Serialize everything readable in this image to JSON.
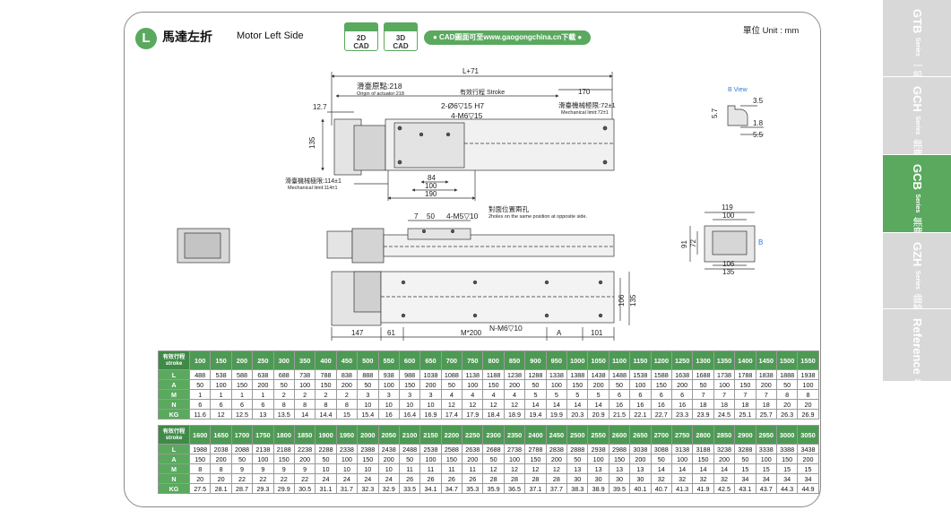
{
  "header": {
    "badge": "L",
    "title_cn": "馬達左折",
    "title_en": "Motor Left Side",
    "cad2d": [
      "2D",
      "CAD"
    ],
    "cad3d": [
      "3D",
      "CAD"
    ],
    "cad_link": "● CAD圖面可至www.gaogongchina.cn下載 ●",
    "unit": "單位 Unit : mm"
  },
  "drawing": {
    "L71": "L+71",
    "origin_cn": "滑臺原點:218",
    "origin_en": "Origin of actuator:218",
    "stroke_lbl": "有效行程 Stroke",
    "d170": "170",
    "mech_r_cn": "滑臺機械極限:72±1",
    "mech_r_en": "Mechanical limit:72±1",
    "hole1": "2-Ø6▽15 H7",
    "hole2": "4-M6▽15",
    "d12_7": "12.7",
    "d135": "135",
    "mech_l_cn": "滑臺機械極限:114±1",
    "mech_l_en": "Mechanical limit:114±1",
    "d84": "84",
    "d100": "100",
    "d190": "190",
    "bview": "B View",
    "d3_5": "3.5",
    "d5_7": "5.7",
    "d1_8": "1.8",
    "d5_5": "5.5",
    "d7": "7",
    "d50": "50",
    "m5": "4-M5▽10",
    "opp_cn": "對面位置兩孔",
    "opp_en": "2holes on the same position at opposite side.",
    "d119": "119",
    "d100b": "100",
    "d91": "91",
    "d72": "72",
    "d106": "106",
    "d135b": "135",
    "B": "B",
    "d106r": "106",
    "d135r": "135",
    "nm6": "N-M6▽10",
    "d147": "147",
    "d61": "61",
    "m200": "M*200",
    "dA": "A",
    "d101": "101"
  },
  "table1": {
    "label": [
      "有效行程",
      "stroke"
    ],
    "strokes": [
      "100",
      "150",
      "200",
      "250",
      "300",
      "350",
      "400",
      "450",
      "500",
      "550",
      "600",
      "650",
      "700",
      "750",
      "800",
      "850",
      "900",
      "950",
      "1000",
      "1050",
      "1100",
      "1150",
      "1200",
      "1250",
      "1300",
      "1350",
      "1400",
      "1450",
      "1500",
      "1550"
    ],
    "rows": [
      {
        "name": "L",
        "values": [
          "488",
          "538",
          "588",
          "638",
          "688",
          "738",
          "788",
          "838",
          "888",
          "938",
          "988",
          "1038",
          "1088",
          "1138",
          "1188",
          "1238",
          "1288",
          "1338",
          "1388",
          "1438",
          "1488",
          "1538",
          "1588",
          "1638",
          "1688",
          "1738",
          "1788",
          "1838",
          "1888",
          "1938"
        ]
      },
      {
        "name": "A",
        "values": [
          "50",
          "100",
          "150",
          "200",
          "50",
          "100",
          "150",
          "200",
          "50",
          "100",
          "150",
          "200",
          "50",
          "100",
          "150",
          "200",
          "50",
          "100",
          "150",
          "200",
          "50",
          "100",
          "150",
          "200",
          "50",
          "100",
          "150",
          "200",
          "50",
          "100"
        ]
      },
      {
        "name": "M",
        "values": [
          "1",
          "1",
          "1",
          "1",
          "2",
          "2",
          "2",
          "2",
          "3",
          "3",
          "3",
          "3",
          "4",
          "4",
          "4",
          "4",
          "5",
          "5",
          "5",
          "5",
          "6",
          "6",
          "6",
          "6",
          "7",
          "7",
          "7",
          "7",
          "8",
          "8"
        ]
      },
      {
        "name": "N",
        "values": [
          "6",
          "6",
          "6",
          "6",
          "8",
          "8",
          "8",
          "8",
          "10",
          "10",
          "10",
          "10",
          "12",
          "12",
          "12",
          "12",
          "14",
          "14",
          "14",
          "14",
          "16",
          "16",
          "16",
          "16",
          "18",
          "18",
          "18",
          "18",
          "20",
          "20"
        ]
      },
      {
        "name": "KG",
        "values": [
          "11.6",
          "12",
          "12.5",
          "13",
          "13.5",
          "14",
          "14.4",
          "15",
          "15.4",
          "16",
          "16.4",
          "16.9",
          "17.4",
          "17.9",
          "18.4",
          "18.9",
          "19.4",
          "19.9",
          "20.3",
          "20.9",
          "21.5",
          "22.1",
          "22.7",
          "23.3",
          "23.9",
          "24.5",
          "25.1",
          "25.7",
          "26.3",
          "26.9"
        ]
      }
    ]
  },
  "table2": {
    "label": [
      "有效行程",
      "stroke"
    ],
    "strokes": [
      "1600",
      "1650",
      "1700",
      "1750",
      "1800",
      "1850",
      "1900",
      "1950",
      "2000",
      "2050",
      "2100",
      "2150",
      "2200",
      "2250",
      "2300",
      "2350",
      "2400",
      "2450",
      "2500",
      "2550",
      "2600",
      "2650",
      "2700",
      "2750",
      "2800",
      "2850",
      "2900",
      "2950",
      "3000",
      "3050"
    ],
    "rows": [
      {
        "name": "L",
        "values": [
          "1988",
          "2038",
          "2088",
          "2138",
          "2188",
          "2238",
          "2288",
          "2338",
          "2388",
          "2438",
          "2488",
          "2538",
          "2588",
          "2638",
          "2688",
          "2738",
          "2788",
          "2838",
          "2888",
          "2938",
          "2988",
          "3038",
          "3088",
          "3138",
          "3188",
          "3238",
          "3288",
          "3338",
          "3388",
          "3438"
        ]
      },
      {
        "name": "A",
        "values": [
          "150",
          "200",
          "50",
          "100",
          "150",
          "200",
          "50",
          "100",
          "150",
          "200",
          "50",
          "100",
          "150",
          "200",
          "50",
          "100",
          "150",
          "200",
          "50",
          "100",
          "150",
          "200",
          "50",
          "100",
          "150",
          "200",
          "50",
          "100",
          "150",
          "200"
        ]
      },
      {
        "name": "M",
        "values": [
          "8",
          "8",
          "9",
          "9",
          "9",
          "9",
          "10",
          "10",
          "10",
          "10",
          "11",
          "11",
          "11",
          "11",
          "12",
          "12",
          "12",
          "12",
          "13",
          "13",
          "13",
          "13",
          "14",
          "14",
          "14",
          "14",
          "15",
          "15",
          "15",
          "15"
        ]
      },
      {
        "name": "N",
        "values": [
          "20",
          "20",
          "22",
          "22",
          "22",
          "22",
          "24",
          "24",
          "24",
          "24",
          "26",
          "26",
          "26",
          "26",
          "28",
          "28",
          "28",
          "28",
          "30",
          "30",
          "30",
          "30",
          "32",
          "32",
          "32",
          "32",
          "34",
          "34",
          "34",
          "34"
        ]
      },
      {
        "name": "KG",
        "values": [
          "27.5",
          "28.1",
          "28.7",
          "29.3",
          "29.9",
          "30.5",
          "31.1",
          "31.7",
          "32.3",
          "32.9",
          "33.5",
          "34.1",
          "34.7",
          "35.3",
          "35.9",
          "36.5",
          "37.1",
          "37.7",
          "38.3",
          "38.9",
          "39.5",
          "40.1",
          "40.7",
          "41.3",
          "41.9",
          "42.5",
          "43.1",
          "43.7",
          "44.3",
          "44.9"
        ]
      }
    ]
  },
  "nav": [
    {
      "cn": "一般/皮帶仕樣",
      "en": "GTB",
      "series": "Series"
    },
    {
      "cn": "無塵/皮帶仕樣",
      "en": "GCH",
      "series": "Series"
    },
    {
      "cn": "無塵/皮帶仕樣",
      "en": "GCB",
      "series": "Series"
    },
    {
      "cn": "齒輪齒條",
      "en": "GZH",
      "series": "Series"
    },
    {
      "cn": "參考資料",
      "en": "Reference",
      "series": ""
    }
  ],
  "colors": {
    "accent": "#5aa95e",
    "table_head": "#4e9a55",
    "nav_idle": "#d8d8d8"
  }
}
